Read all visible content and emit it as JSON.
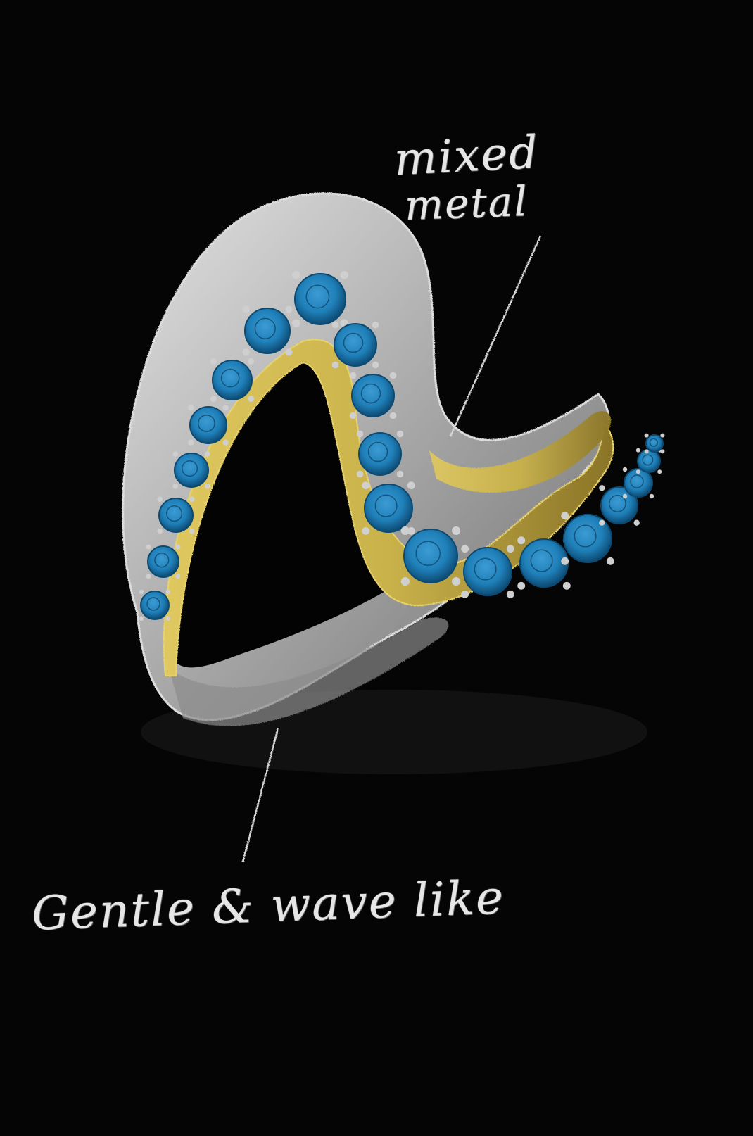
{
  "annotations": {
    "mixed_metal_line1": "mixed",
    "mixed_metal_line2": "metal",
    "gentle_wave": "Gentle & wave like"
  },
  "colors": {
    "background": "#050505",
    "white_metal": "#c9c9c9",
    "white_metal_shadow": "#6f6f6f",
    "yellow_metal": "#c9b24a",
    "yellow_metal_shadow": "#7d6b22",
    "gemstone": "#1f7fb8",
    "gemstone_dark": "#0d4a72",
    "prong": "#cfcfcf",
    "annotation_text": "#e6e6e6"
  },
  "subject": {
    "type": "ring-sketch",
    "gemstone_count": 20
  }
}
